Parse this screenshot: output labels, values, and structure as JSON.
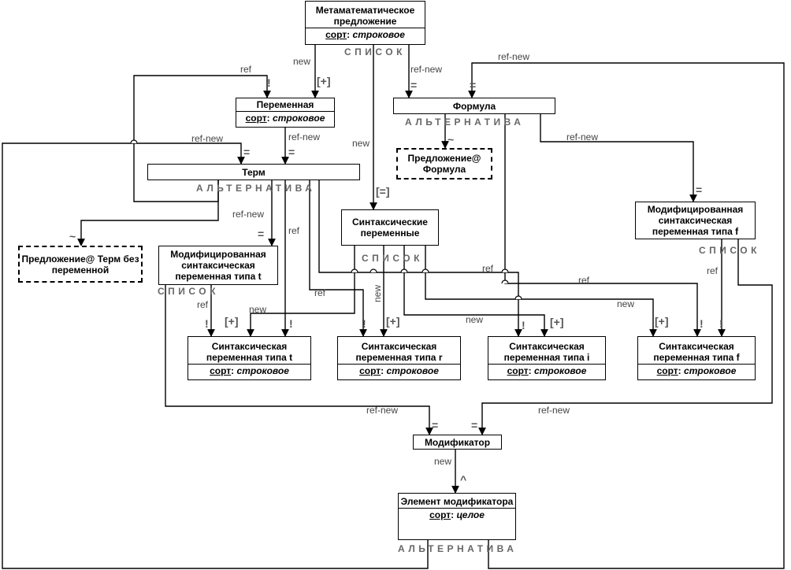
{
  "nodes": {
    "meta": {
      "title": "Метаматематическое предложение",
      "sort_key": "сорт",
      "sort_value": "строковое",
      "kind": "СПИСОК"
    },
    "var": {
      "title": "Переменная",
      "sort_key": "сорт",
      "sort_value": "строковое"
    },
    "formula": {
      "title": "Формула",
      "kind": "АЛЬТЕРНАТИВА"
    },
    "term": {
      "title": "Терм",
      "kind": "АЛЬТЕРНАТИВА"
    },
    "pred_formula": {
      "title": "Предложение@ Формула"
    },
    "synvars": {
      "title": "Синтаксические переменные",
      "kind": "СПИСОК"
    },
    "modf": {
      "title": "Модифицированная синтаксическая переменная типа f",
      "kind": "СПИСОК"
    },
    "pred_term": {
      "title": "Предложение@ Терм без переменной"
    },
    "modt": {
      "title": "Модифицированная синтаксическая переменная типа t",
      "kind": "СПИСОК"
    },
    "svt": {
      "title": "Синтаксическая переменная типа t",
      "sort_key": "сорт",
      "sort_value": "строковое"
    },
    "svr": {
      "title": "Синтаксическая переменная типа r",
      "sort_key": "сорт",
      "sort_value": "строковое"
    },
    "svi": {
      "title": "Синтаксическая переменная типа i",
      "sort_key": "сорт",
      "sort_value": "строковое"
    },
    "svf": {
      "title": "Синтаксическая переменная типа f",
      "sort_key": "сорт",
      "sort_value": "строковое"
    },
    "modifier": {
      "title": "Модификатор"
    },
    "elem": {
      "title": "Элемент модификатора",
      "sort_key": "сорт",
      "sort_value": "целое",
      "kind": "АЛЬТЕРНАТИВА"
    }
  },
  "edge_labels": {
    "new": "new",
    "ref": "ref",
    "ref_new": "ref-new"
  },
  "marks": {
    "plus": "[+]",
    "eq": "=",
    "eq_b": "[=]",
    "excl": "!",
    "tilde": "~",
    "hat": "^"
  }
}
